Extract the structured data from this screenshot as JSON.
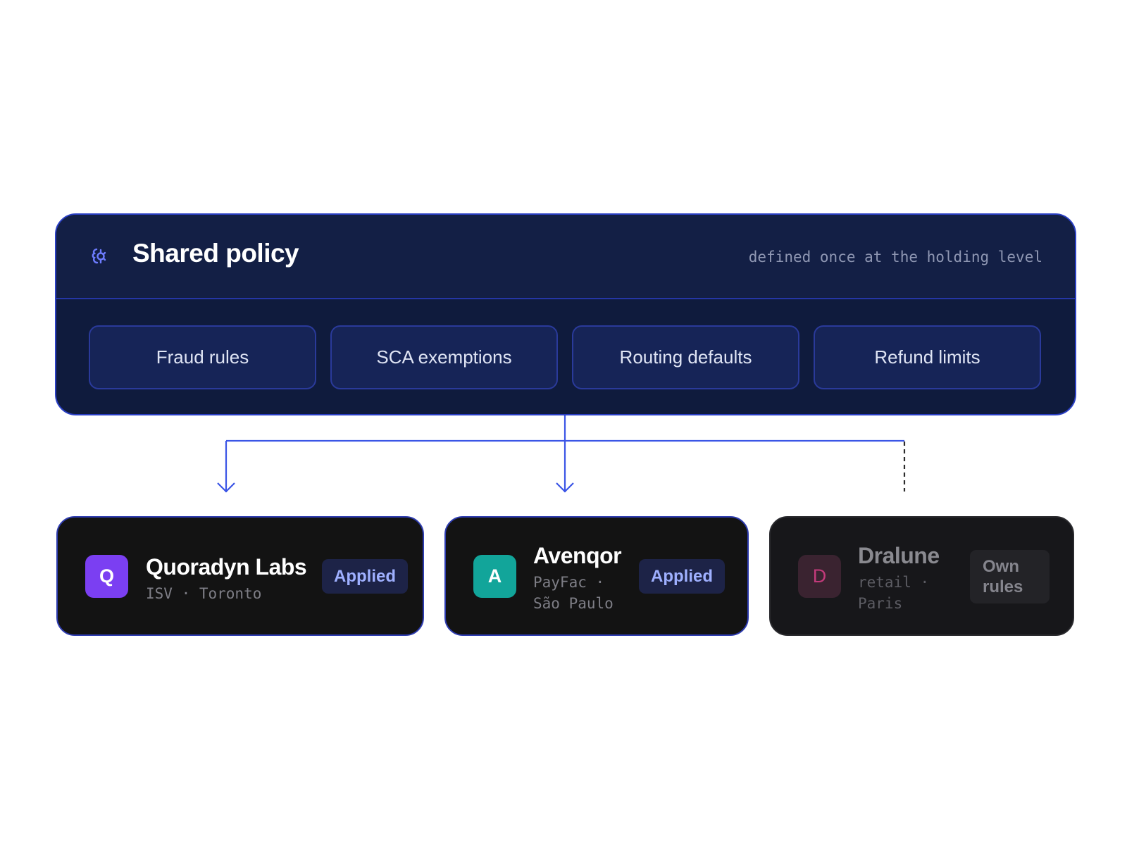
{
  "policy": {
    "title": "Shared policy",
    "note": "defined once at the holding level",
    "rules": [
      {
        "label": "Fraud rules"
      },
      {
        "label": "SCA exemptions"
      },
      {
        "label": "Routing defaults"
      },
      {
        "label": "Refund limits"
      }
    ]
  },
  "merchants": [
    {
      "initial": "Q",
      "name": "Quoradyn Labs",
      "meta_line1": "ISV · Toronto",
      "meta_line2": "",
      "status": "Applied",
      "avatar_color": "#7b3ff2"
    },
    {
      "initial": "A",
      "name": "Avenqor",
      "meta_line1": "PayFac ·",
      "meta_line2": "São Paulo",
      "status": "Applied",
      "avatar_color": "#12a59a"
    },
    {
      "initial": "D",
      "name": "Dralune",
      "meta_line1": "retail ·",
      "meta_line2": "Paris",
      "status_line1": "Own",
      "status_line2": "rules",
      "avatar_color": "#3a2330",
      "initial_color": "#c23a7a"
    }
  ],
  "colors": {
    "accent": "#3b55e6",
    "panel": "#0f1b3d",
    "card": "#131313"
  }
}
